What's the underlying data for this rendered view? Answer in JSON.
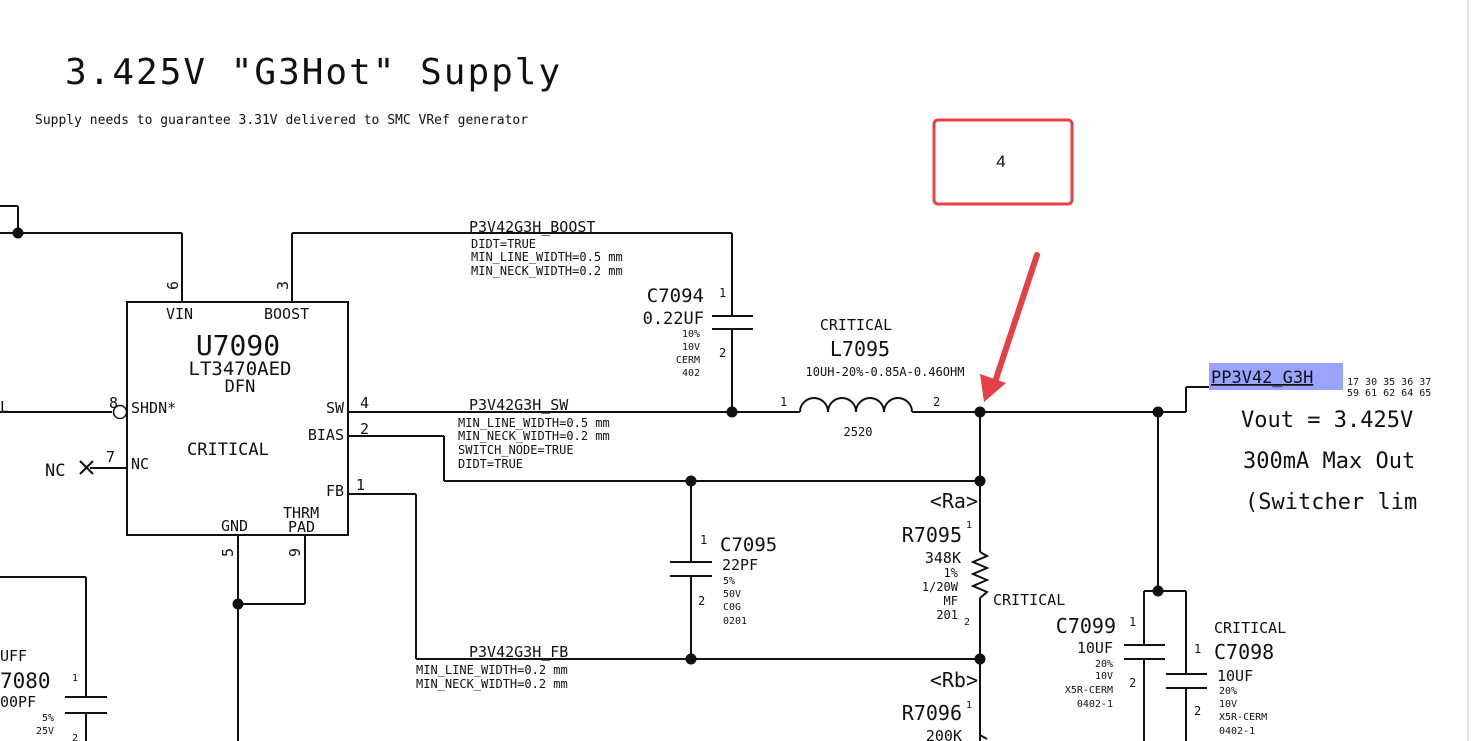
{
  "title": "3.425V \"G3Hot\" Supply",
  "subtitle": "Supply needs to guarantee 3.31V delivered to SMC VRef generator",
  "callout": {
    "label": "4"
  },
  "u7090": {
    "ref": "U7090",
    "part": "LT3470AED",
    "pkg": "DFN",
    "critical": "CRITICAL",
    "pins": {
      "vin": "VIN",
      "boost": "BOOST",
      "shdn": "SHDN*",
      "nc": "NC",
      "sw": "SW",
      "bias": "BIAS",
      "fb": "FB",
      "gnd": "GND",
      "thrm": "THRM",
      "pad": "PAD"
    },
    "pin_numbers": {
      "vin": "6",
      "boost": "3",
      "shdn": "8",
      "nc": "7",
      "sw": "4",
      "bias": "2",
      "fb": "1",
      "gnd": "5",
      "thrm": "9"
    }
  },
  "nc_label": "NC",
  "left_clip_label": "L",
  "nets": {
    "boost": {
      "name": "P3V42G3H_BOOST",
      "props": [
        "DIDT=TRUE",
        "MIN_LINE_WIDTH=0.5 mm",
        "MIN_NECK_WIDTH=0.2 mm"
      ]
    },
    "sw": {
      "name": "P3V42G3H_SW",
      "props": [
        "MIN_LINE_WIDTH=0.5 mm",
        "MIN_NECK_WIDTH=0.2 mm",
        "SWITCH_NODE=TRUE",
        "DIDT=TRUE"
      ]
    },
    "fb": {
      "name": "P3V42G3H_FB",
      "props": [
        "MIN_LINE_WIDTH=0.2 mm",
        "MIN_NECK_WIDTH=0.2 mm"
      ]
    },
    "out": {
      "name": "PP3V42_G3H",
      "refs_top": "17 30 35 36 37",
      "refs_bottom": "59 61 62 64 65"
    }
  },
  "c7094": {
    "ref": "C7094",
    "value": "0.22UF",
    "tol": "10%",
    "volt": "10V",
    "type": "CERM",
    "pkg": "402",
    "pin1": "1",
    "pin2": "2"
  },
  "l7095": {
    "crit": "CRITICAL",
    "ref": "L7095",
    "spec": "10UH-20%-0.85A-0.46OHM",
    "pkg": "2520",
    "pin1": "1",
    "pin2": "2"
  },
  "c7095": {
    "ref": "C7095",
    "value": "22PF",
    "tol": "5%",
    "volt": "50V",
    "type": "C0G",
    "pkg": "0201",
    "pin1": "1",
    "pin2": "2"
  },
  "r7095": {
    "tag": "<Ra>",
    "ref": "R7095",
    "value": "348K",
    "tol": "1%",
    "power": "1/20W",
    "type": "MF",
    "pkg": "201",
    "pin1": "1",
    "pin2": "2",
    "crit": "CRITICAL"
  },
  "r7096": {
    "tag": "<Rb>",
    "ref": "R7096",
    "value": "200K",
    "pin1": "1"
  },
  "c7099": {
    "ref": "C7099",
    "value": "10UF",
    "tol": "20%",
    "volt": "10V",
    "type": "X5R-CERM",
    "pkg": "0402-1",
    "pin1": "1",
    "pin2": "2"
  },
  "c7098": {
    "crit": "CRITICAL",
    "ref": "C7098",
    "value": "10UF",
    "tol": "20%",
    "volt": "10V",
    "type": "X5R-CERM",
    "pkg": "0402-1",
    "pin1": "1",
    "pin2": "2"
  },
  "c7080": {
    "crit": "UFF",
    "ref": "7080",
    "value": "00PF",
    "tol": "5%",
    "volt": "25V",
    "pin1": "1",
    "pin2": "2"
  },
  "notes": {
    "vout": "Vout = 3.425V",
    "max": "300mA Max Out",
    "limit": "(Switcher lim"
  },
  "colors": {
    "callout": "#e64046",
    "highlight": "#9aa3ff",
    "ink": "#111111"
  }
}
